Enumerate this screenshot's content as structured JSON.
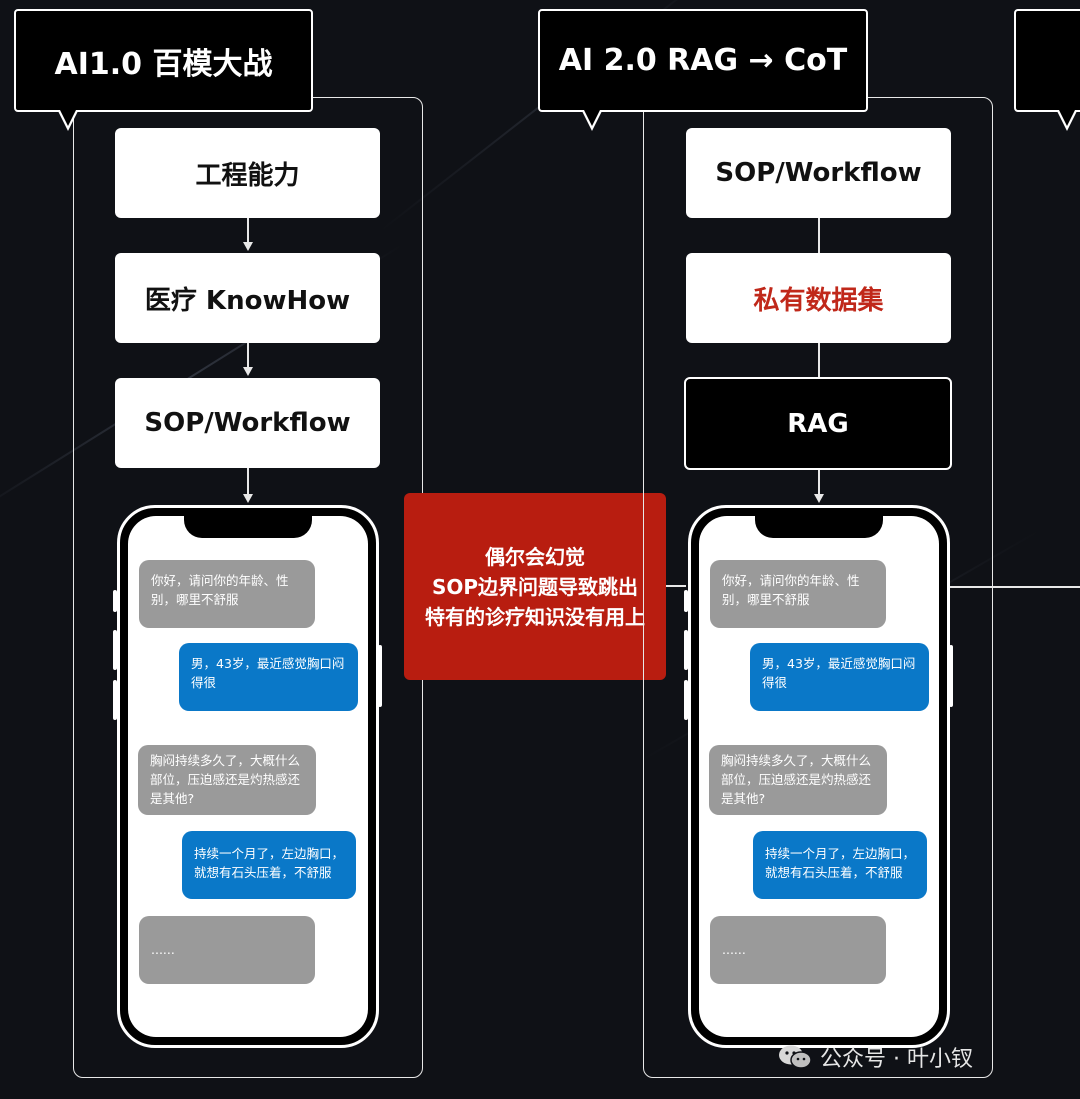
{
  "stage1": {
    "title": "AI1.0 百模大战",
    "steps": [
      "工程能力",
      "医疗 KnowHow",
      "SOP/Workflow"
    ]
  },
  "stage2": {
    "title": "AI 2.0 RAG → CoT",
    "steps": [
      "SOP/Workflow",
      "私有数据集",
      "RAG"
    ]
  },
  "chat": {
    "messages": [
      {
        "side": "left",
        "text": "你好，请问你的年龄、性别，哪里不舒服"
      },
      {
        "side": "right",
        "text": "男，43岁，最近感觉胸口闷得很"
      },
      {
        "side": "left",
        "text": "胸闷持续多久了，大概什么部位，压迫感还是灼热感还是其他?"
      },
      {
        "side": "right",
        "text": "持续一个月了，左边胸口，就想有石头压着，不舒服"
      },
      {
        "side": "left",
        "text": "......"
      }
    ]
  },
  "problems": [
    "偶尔会幻觉",
    "SOP边界问题导致跳出",
    "特有的诊疗知识没有用上"
  ],
  "watermark": "公众号 · 叶小钗",
  "colors": {
    "alert": "#b81d10",
    "accent_text": "#c0281a",
    "bubble_gray": "#9a9a9a",
    "bubble_blue": "#0a78c8"
  }
}
